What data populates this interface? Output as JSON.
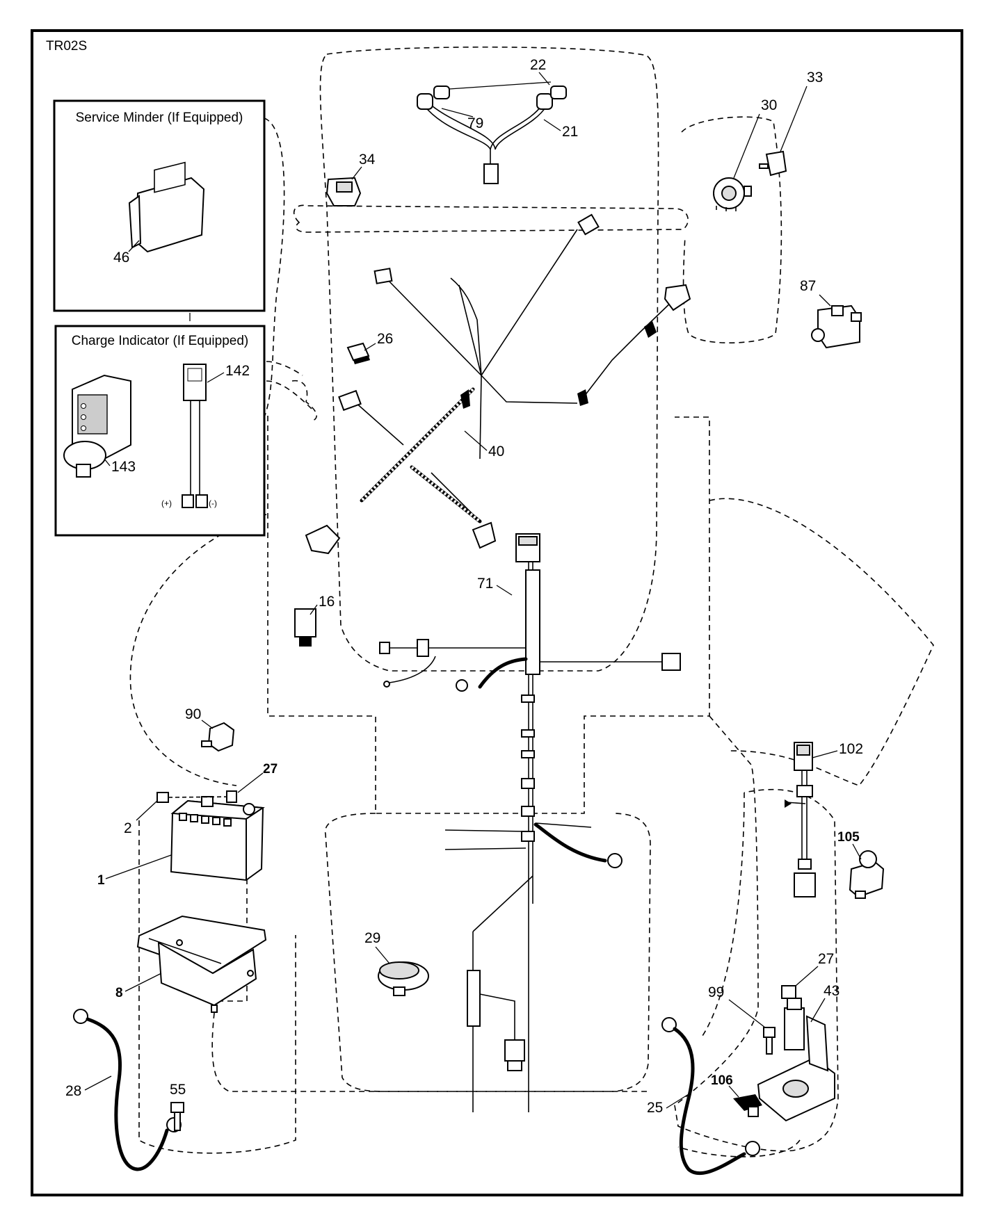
{
  "diagram_code": "TR02S",
  "insets": {
    "service_minder": "Service Minder (If Equipped)",
    "charge_indicator": "Charge Indicator (If Equipped)"
  },
  "polarity": {
    "plus": "(+)",
    "minus": "(-)"
  },
  "callouts": {
    "c1": "1",
    "c2": "2",
    "c8": "8",
    "c16": "16",
    "c21": "21",
    "c22": "22",
    "c25": "25",
    "c26": "26",
    "c27a": "27",
    "c27b": "27",
    "c28": "28",
    "c29": "29",
    "c30": "30",
    "c33": "33",
    "c34": "34",
    "c40": "40",
    "c43": "43",
    "c46": "46",
    "c55": "55",
    "c71": "71",
    "c79": "79",
    "c87": "87",
    "c90": "90",
    "c99": "99",
    "c102": "102",
    "c105": "105",
    "c106": "106",
    "c142": "142",
    "c143": "143"
  }
}
